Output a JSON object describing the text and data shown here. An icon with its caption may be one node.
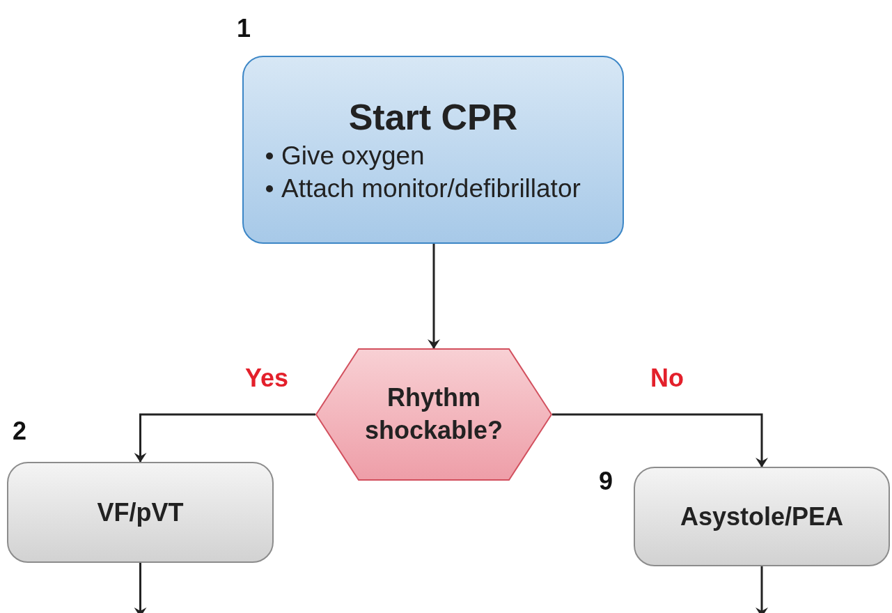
{
  "diagram": {
    "nodes": [
      {
        "text": [
          "Start CPR",
          "Give oxygen",
          "Attach monitor/defibrillator"
        ],
        "beside": [
          "1"
        ]
      },
      {
        "text": [
          "Rhythm shockable?"
        ]
      },
      {
        "text": [
          "VF/pVT"
        ],
        "beside": [
          "2"
        ]
      },
      {
        "text": [
          "Asystole/PEA"
        ],
        "beside": [
          "9"
        ]
      }
    ],
    "edges": [
      {
        "from": 0,
        "to": 1,
        "arrow": "to"
      },
      {
        "from": 1,
        "to": 2,
        "arrow": "to",
        "label": "Yes"
      },
      {
        "from": 1,
        "to": 3,
        "arrow": "to",
        "label": "No"
      },
      {
        "from": 2,
        "to": null,
        "arrow": "to"
      },
      {
        "from": 3,
        "to": null,
        "arrow": "to"
      }
    ]
  }
}
